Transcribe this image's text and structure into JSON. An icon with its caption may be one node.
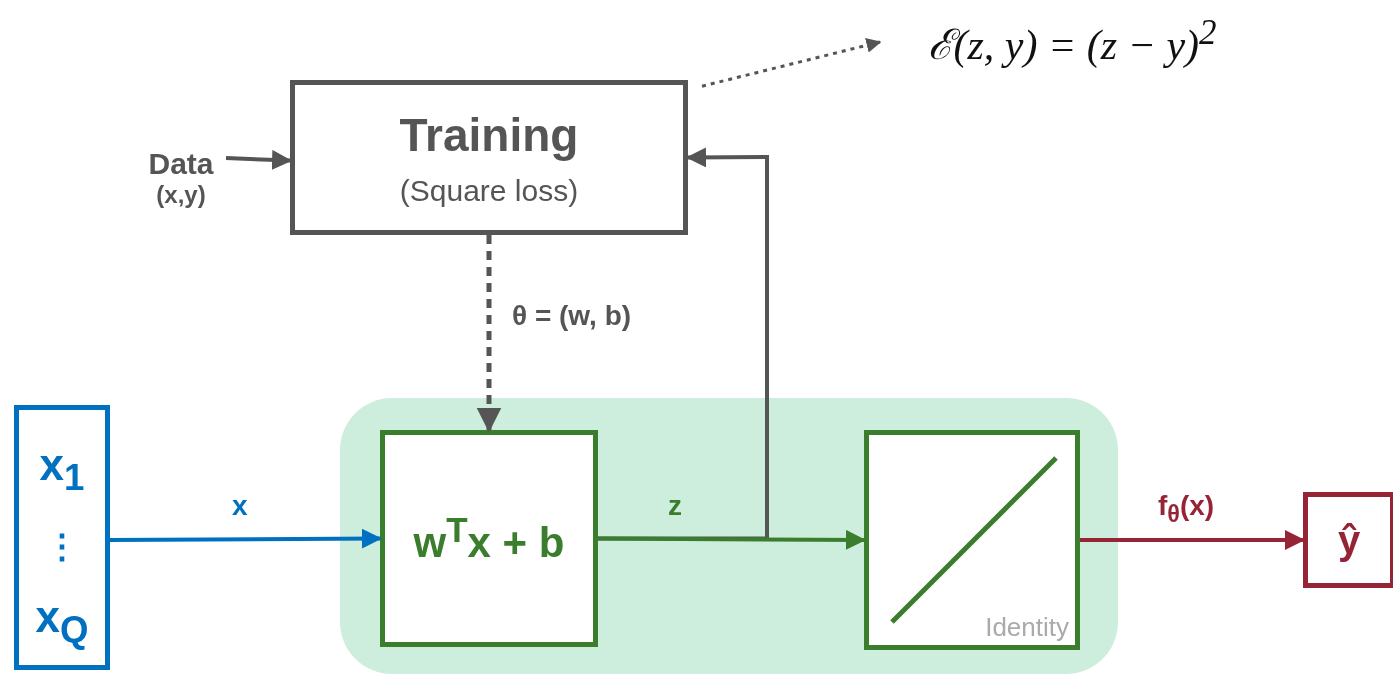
{
  "diagram": {
    "nodes": [
      {
        "text": [
          "Data",
          "(x,y)"
        ]
      },
      {
        "text": [
          "Training",
          "(Square loss)"
        ]
      },
      {
        "text": [
          "ℰ(z, y) = (z − y)$^{2}$"
        ]
      },
      {
        "text": [
          "x$_{1}$",
          "⋮",
          "x$_{Q}$"
        ]
      },
      {
        "text": [],
        "shape": "box"
      },
      {
        "text": [
          "w$^{T}$x + b"
        ],
        "in": 4
      },
      {
        "text": [
          "Identity"
        ],
        "in": 4
      },
      {
        "text": [
          "ŷ"
        ]
      }
    ],
    "edges": [
      {
        "from": 0,
        "to": 1,
        "arrow": "to"
      },
      {
        "from": 1,
        "to": 2,
        "arrow": "to",
        "style": "dashed"
      },
      {
        "from": 1,
        "to": 5,
        "arrow": "to",
        "style": "dashed",
        "label": "θ = (w, b)"
      },
      {
        "from": 3,
        "to": 5,
        "arrow": "to",
        "label": "x",
        "color": "#0070c0"
      },
      {
        "from": 5,
        "to": 6,
        "arrow": "to",
        "label": "z",
        "color": "#3a7d2c"
      },
      {
        "from": 5,
        "to": 1,
        "arrow": "to"
      },
      {
        "from": 6,
        "to": 7,
        "arrow": "to",
        "label": "f$_{θ}$(x)",
        "color": "#952436"
      }
    ]
  }
}
